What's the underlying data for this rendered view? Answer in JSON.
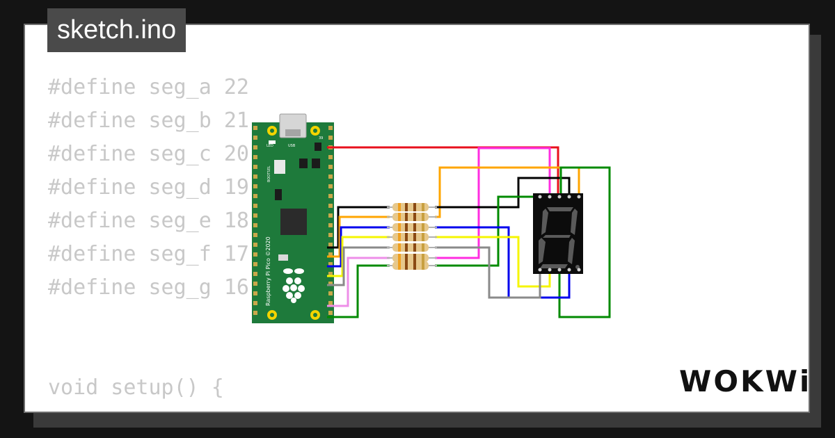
{
  "tab": {
    "filename": "sketch.ino"
  },
  "code_lines": [
    "#define seg_a 22",
    "#define seg_b 21",
    "#define seg_c 20",
    "#define seg_d 19",
    "#define seg_e 18",
    "#define seg_f 17",
    "#define seg_g 16",
    "",
    "",
    "void setup() {"
  ],
  "board": {
    "name_text": "Raspberry Pi Pico ©2020",
    "led_label": "LED",
    "usb_label": "USB",
    "bootsel_label": "BOOTSEL",
    "pin_label": "39"
  },
  "display": {
    "digit": "8"
  },
  "logo": {
    "text": "WOKWi"
  },
  "colors": {
    "background": "#141414",
    "card": "#ffffff",
    "tab": "#4a4a4a",
    "code_text": "#c8c8c8",
    "board_green": "#1e7a3b",
    "wire_red": "#e8101c",
    "wire_magenta": "#ff2de0",
    "wire_orange": "#ffa500",
    "wire_black": "#000000",
    "wire_green": "#008a00",
    "wire_blue": "#0000ee",
    "wire_yellow": "#f5f500",
    "wire_gray": "#8a8a8a",
    "wire_pink": "#ee8ee8"
  }
}
